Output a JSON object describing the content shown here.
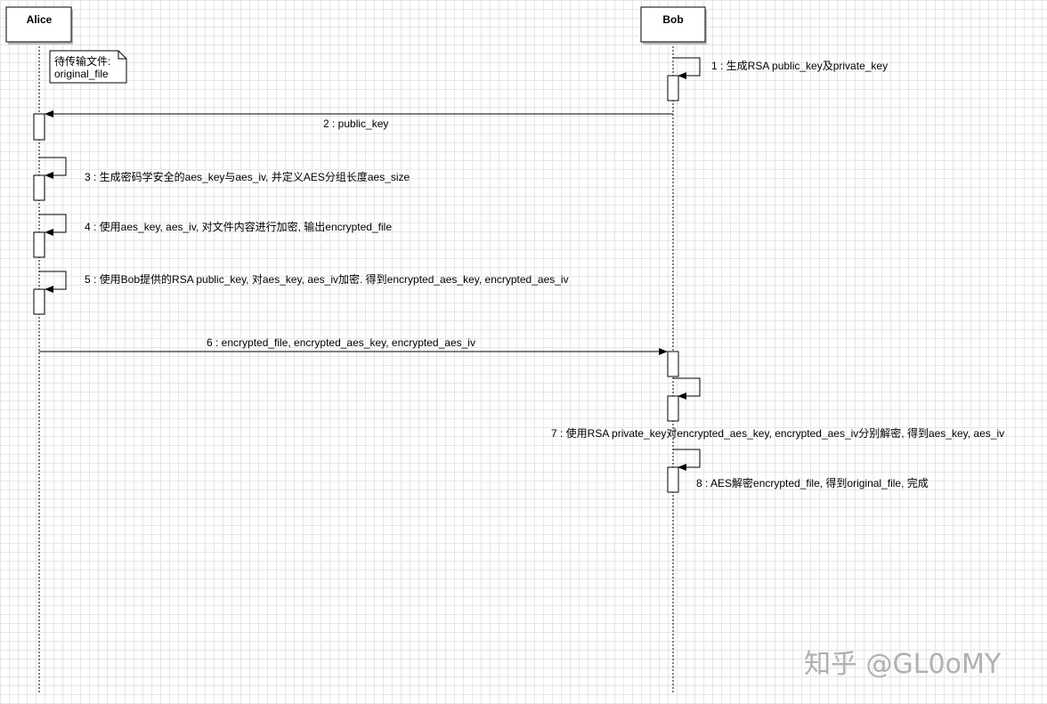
{
  "participants": {
    "alice": "Alice",
    "bob": "Bob"
  },
  "note": {
    "line1": "待传输文件:",
    "line2": "original_file"
  },
  "messages": [
    "1 : 生成RSA public_key及private_key",
    "2 : public_key",
    "3 : 生成密码学安全的aes_key与aes_iv, 并定义AES分组长度aes_size",
    "4 : 使用aes_key, aes_iv, 对文件内容进行加密, 输出encrypted_file",
    "5 : 使用Bob提供的RSA public_key, 对aes_key, aes_iv加密.  得到encrypted_aes_key, encrypted_aes_iv",
    "6 : encrypted_file, encrypted_aes_key, encrypted_aes_iv",
    "7 : 使用RSA private_key对encrypted_aes_key, encrypted_aes_iv分别解密, 得到aes_key, aes_iv",
    "8 : AES解密encrypted_file, 得到original_file, 完成"
  ],
  "watermark": "知乎 @GL0oMY"
}
